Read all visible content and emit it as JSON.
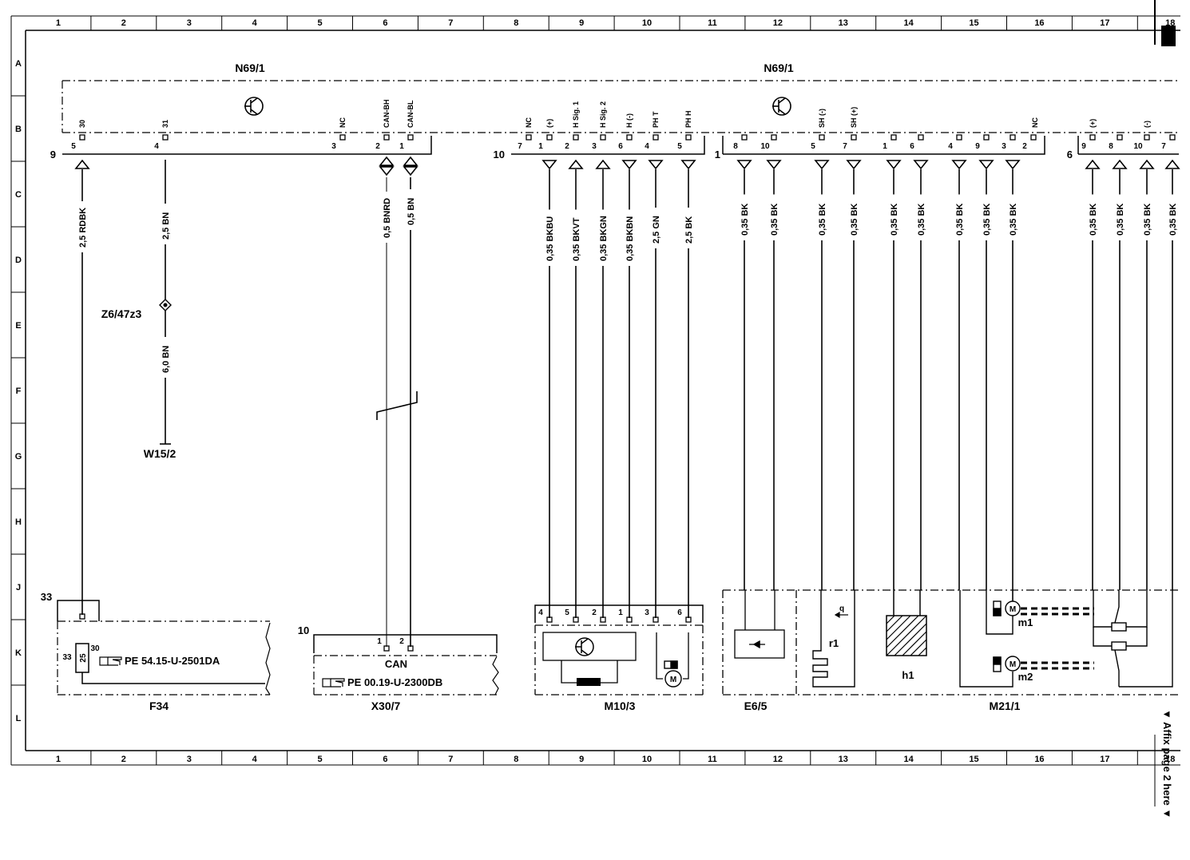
{
  "grid": {
    "columns": [
      "1",
      "2",
      "3",
      "4",
      "5",
      "6",
      "7",
      "8",
      "9",
      "10",
      "11",
      "12",
      "13",
      "14",
      "15",
      "16",
      "17",
      "18"
    ],
    "rows": [
      "A",
      "B",
      "C",
      "D",
      "E",
      "F",
      "G",
      "H",
      "J",
      "K",
      "L"
    ]
  },
  "component_labels": {
    "n69_left": "N69/1",
    "n69_right": "N69/1",
    "f34": "F34",
    "x30_7": "X30/7",
    "m10_3": "M10/3",
    "e6_5": "E6/5",
    "m21_1": "M21/1",
    "z6_47z3": "Z6/47z3",
    "w15_2": "W15/2",
    "h1": "h1",
    "r1": "r1",
    "m1": "m1",
    "m2": "m2",
    "can": "CAN",
    "q": "q"
  },
  "connectors": {
    "c9": "9",
    "c10a": "10",
    "c1": "1",
    "c6": "6",
    "c33": "33",
    "c10b": "10"
  },
  "refs": {
    "f34_ref": "PE 54.15-U-2501DA",
    "x30_ref": "PE 00.19-U-2300DB"
  },
  "side_note": "▼ Affix page 2 here ▼",
  "block_a_signals": [
    "30",
    "31",
    "NC",
    "CAN-BH",
    "CAN-BL"
  ],
  "block_b_signals": [
    "NC",
    "(+)",
    "H Sig. 1",
    "H Sig. 2",
    "H (-)",
    "PH T",
    "PH H"
  ],
  "block_c_signals": [
    "SH (-)",
    "SH (+)",
    "NC"
  ],
  "block_d_signals": [
    "(+)",
    "(-)"
  ],
  "pins": {
    "block_a": [
      "5",
      "4",
      "3",
      "2",
      "1"
    ],
    "block_b": [
      "7",
      "1",
      "2",
      "3",
      "6",
      "4",
      "5"
    ],
    "block_c": [
      "8",
      "10",
      "5",
      "7",
      "1",
      "6",
      "4",
      "9",
      "3",
      "2"
    ],
    "block_d": [
      "9",
      "8",
      "10",
      "7"
    ],
    "f34": [
      "33",
      "25",
      "30"
    ],
    "x30": [
      "1",
      "2"
    ],
    "m10": [
      "4",
      "5",
      "2",
      "1",
      "3",
      "6"
    ]
  },
  "wires": [
    {
      "label": "2,5 RDBK"
    },
    {
      "label": "2,5 BN"
    },
    {
      "label": "6,0 BN"
    },
    {
      "label": "0,5 BNRD"
    },
    {
      "label": "0,5 BN"
    },
    {
      "label": "0,35 BKBU"
    },
    {
      "label": "0,35 BKVT"
    },
    {
      "label": "0,35 BKGN"
    },
    {
      "label": "0,35 BKBN"
    },
    {
      "label": "2,5 GN"
    },
    {
      "label": "2,5 BK"
    },
    {
      "label": "0,35 BK"
    },
    {
      "label": "0,35 BK"
    },
    {
      "label": "0,35 BK"
    },
    {
      "label": "0,35 BK"
    },
    {
      "label": "0,35 BK"
    },
    {
      "label": "0,35 BK"
    },
    {
      "label": "0,35 BK"
    },
    {
      "label": "0,35 BK"
    },
    {
      "label": "0,35 BK"
    },
    {
      "label": "0,35 BK"
    },
    {
      "label": "0,35 BK"
    },
    {
      "label": "0,35 BK"
    },
    {
      "label": "0,35 BK"
    }
  ],
  "colors": {
    "ink": "#000000",
    "paper": "#ffffff"
  }
}
